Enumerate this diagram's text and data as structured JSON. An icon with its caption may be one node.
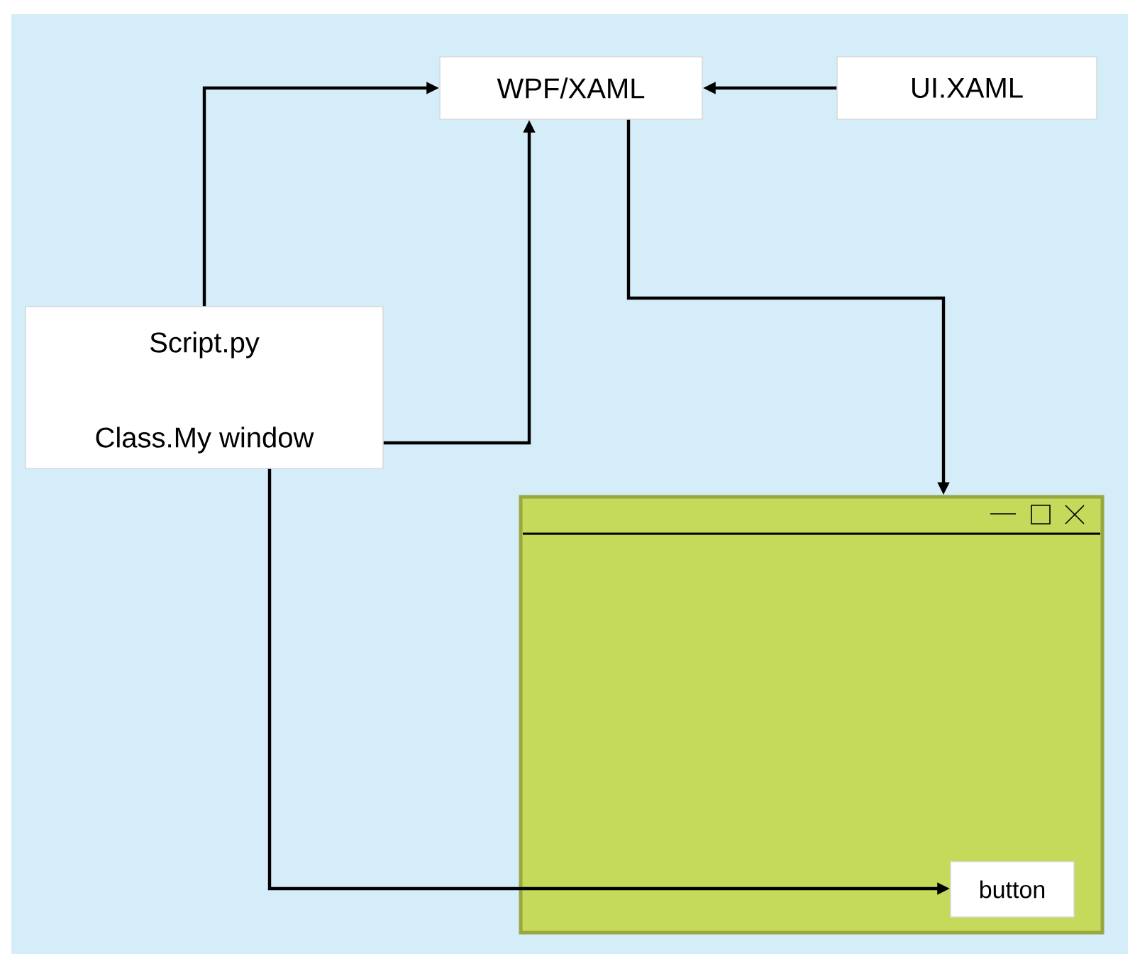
{
  "diagram": {
    "nodes": [
      {
        "text": [
          "WPF/XAML"
        ]
      },
      {
        "text": [
          "UI.XAML"
        ]
      },
      {
        "text": [
          "Script.py",
          "Class.My window"
        ]
      },
      {
        "text": [],
        "shape": "window"
      },
      {
        "text": [
          "button"
        ],
        "in": 3
      }
    ],
    "edges": [
      {
        "from": 2,
        "to": 0,
        "arrow": "to"
      },
      {
        "from": 2,
        "to": 0,
        "arrow": "to"
      },
      {
        "from": 1,
        "to": 0,
        "arrow": "to"
      },
      {
        "from": 0,
        "to": 3,
        "arrow": "to"
      },
      {
        "from": 2,
        "to": 4,
        "arrow": "to"
      }
    ]
  }
}
